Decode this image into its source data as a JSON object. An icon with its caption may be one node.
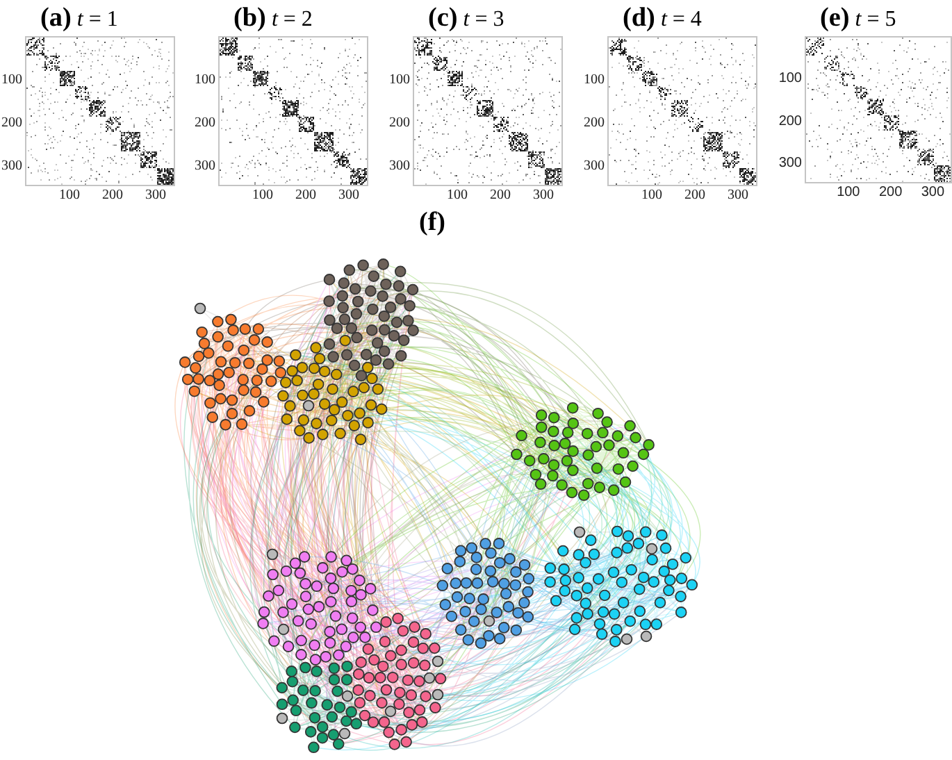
{
  "diagram": {
    "labels": [
      "**(a)** *t* = 1",
      "100",
      "200",
      "300",
      "100",
      "200",
      "300",
      "**(b)** *t* = 2",
      "100",
      "200",
      "300",
      "100",
      "200",
      "300",
      "**(c)** *t* = 3",
      "100",
      "200",
      "300",
      "100",
      "200",
      "300",
      "**(d)** *t* = 4",
      "100",
      "200",
      "300",
      "100",
      "200",
      "300",
      "**(e)** *t* = 5",
      "100",
      "200",
      "300",
      "100",
      "200",
      "300",
      "(f)"
    ]
  }
}
